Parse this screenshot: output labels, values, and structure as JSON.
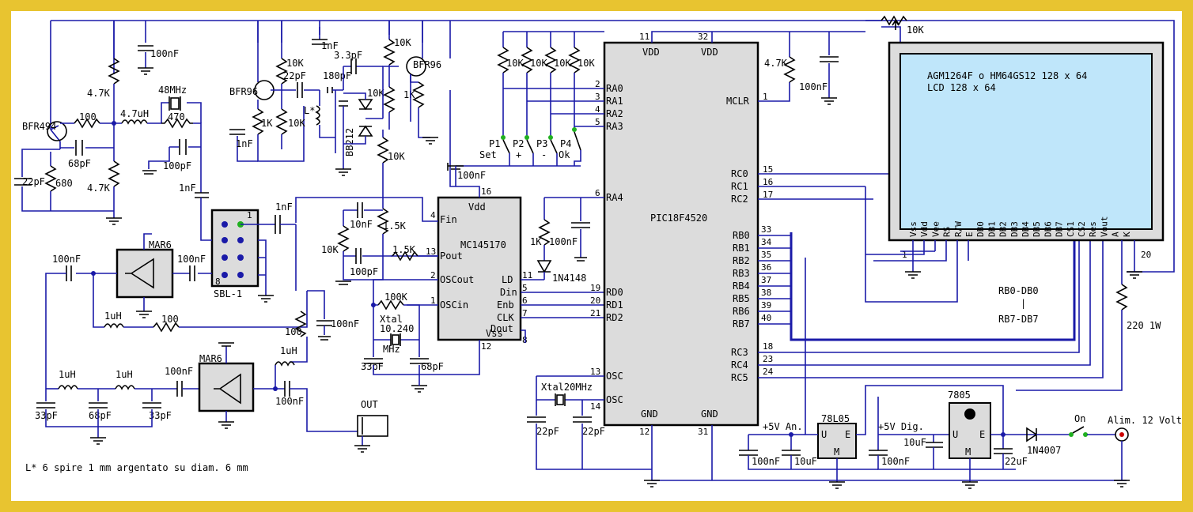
{
  "ic": {
    "pic": {
      "name": "PIC18F4520",
      "vdd": "VDD",
      "gnd": "GND",
      "pins_left": [
        {
          "n": "2",
          "l": "RA0"
        },
        {
          "n": "3",
          "l": "RA1"
        },
        {
          "n": "4",
          "l": "RA2"
        },
        {
          "n": "5",
          "l": "RA3"
        },
        {
          "n": "6",
          "l": "RA4"
        },
        {
          "n": "19",
          "l": "RD0"
        },
        {
          "n": "20",
          "l": "RD1"
        },
        {
          "n": "21",
          "l": "RD2"
        },
        {
          "n": "13",
          "l": "OSC"
        },
        {
          "n": "14",
          "l": "OSC"
        }
      ],
      "pins_right": [
        {
          "n": "1",
          "l": "MCLR"
        },
        {
          "n": "15",
          "l": "RC0"
        },
        {
          "n": "16",
          "l": "RC1"
        },
        {
          "n": "17",
          "l": "RC2"
        },
        {
          "n": "33",
          "l": "RB0"
        },
        {
          "n": "34",
          "l": "RB1"
        },
        {
          "n": "35",
          "l": "RB2"
        },
        {
          "n": "36",
          "l": "RB3"
        },
        {
          "n": "37",
          "l": "RB4"
        },
        {
          "n": "38",
          "l": "RB5"
        },
        {
          "n": "39",
          "l": "RB6"
        },
        {
          "n": "40",
          "l": "RB7"
        },
        {
          "n": "18",
          "l": "RC3"
        },
        {
          "n": "23",
          "l": "RC4"
        },
        {
          "n": "24",
          "l": "RC5"
        }
      ],
      "pin_vdd1": "11",
      "pin_vdd2": "32",
      "pin_gnd1": "12",
      "pin_gnd2": "31"
    },
    "mc": {
      "name": "MC145170",
      "vdd": "Vdd",
      "vss": "Vss",
      "pins_left": [
        {
          "n": "4",
          "l": "Fin"
        },
        {
          "n": "13",
          "l": "Pout"
        },
        {
          "n": "2",
          "l": "OSCout"
        },
        {
          "n": "1",
          "l": "OSCin"
        }
      ],
      "pins_right": [
        {
          "n": "11",
          "l": "LD"
        },
        {
          "n": "5",
          "l": "Din"
        },
        {
          "n": "6",
          "l": "Enb"
        },
        {
          "n": "7",
          "l": "CLK"
        },
        {
          "n": "8",
          "l": "Dout"
        }
      ],
      "pin_vdd": "16",
      "pin_vss": "12"
    }
  },
  "lcd": {
    "line1": "AGM1264F o HM64GS12 128 x 64",
    "line2": "LCD 128 x 64",
    "pins": [
      "Vss",
      "Vdd",
      "Vee",
      "RS",
      "R/W",
      "E",
      "DB0",
      "DB1",
      "DB2",
      "DB3",
      "DB4",
      "DB5",
      "DB6",
      "DB7",
      "CS1",
      "CS2",
      "Res",
      "Vout",
      "A",
      "K"
    ],
    "pin_first": "1",
    "pin_last": "20",
    "bus_label_top": "RB0-DB0",
    "bus_label_mid": "|",
    "bus_label_bottom": "RB7-DB7"
  },
  "labels": {
    "bfr494": "BFR494",
    "bfr96a": "BFR96",
    "bfr96b": "BFR96",
    "r100a": "100",
    "l47uh": "4.7uH",
    "xtal48": "48MHz",
    "r470": "470",
    "c68pf": "68pF",
    "c22pf_a": "22pF",
    "r680": "680",
    "r47k_a": "4.7K",
    "r47k_b": "4.7K",
    "c100nf_top": "100nF",
    "c100pf_a": "100pF",
    "c1nf_a": "1nF",
    "c1nf_b": "1nF",
    "r10k_a": "10K",
    "r1k_a": "1K",
    "c22pf_b": "22pF",
    "r10k_b": "10K",
    "c1nf_c": "1nF",
    "c1nf_top": "1nF",
    "c33pf_top": "3.3pF",
    "c180pf": "180pF",
    "lstar": "L*",
    "bb212": "BB212",
    "r10k_c": "10K",
    "r10k_d": "10K",
    "r1k_b": "1K",
    "r10k_e": "10K",
    "c1nf_d": "1nF",
    "c10nf": "10nF",
    "r15k_a": "1.5K",
    "r15k_b": "1.5K",
    "r10k_f": "10K",
    "c100pf_b": "100pF",
    "c100nf_mc": "100nF",
    "mar6a": "MAR6",
    "mar6b": "MAR6",
    "sbl1": "SBL-1",
    "sbl_pin1": "1",
    "sbl_pin8": "8",
    "c100nf_a": "100nF",
    "c100nf_b": "100nF",
    "l1uh_a": "1uH",
    "r100b": "100",
    "r100c": "100",
    "l1uh_b": "1uH",
    "c100nf_c": "100nF",
    "l1uh_c": "1uH",
    "l1uh_d": "1uH",
    "c100nf_d": "100nF",
    "c100nf_e": "100nF",
    "c33pf_a": "33pF",
    "c68pf_b": "68pF",
    "c33pf_b": "33pF",
    "out": "OUT",
    "r100k": "100K",
    "xtal10_a": "Xtal",
    "xtal10_b": "10.240",
    "xtal10_c": "MHz",
    "c33pf_c": "33pF",
    "c68pf_c": "68pF",
    "p1": "P1",
    "p2": "P2",
    "p3": "P3",
    "p4": "P4",
    "set": "Set",
    "plus": "+",
    "minus": "-",
    "ok": "Ok",
    "r10k_p1": "10K",
    "r10k_p2": "10K",
    "r10k_p3": "10K",
    "r10k_p4": "10K",
    "r1k_ra4": "1K",
    "c100nf_ra4": "100nF",
    "d1n4148": "1N4148",
    "xtal20": "Xtal20MHz",
    "c22pf_x1": "22pF",
    "c22pf_x2": "22pF",
    "r47k_mclr": "4.7K",
    "c100nf_mclr": "100nF",
    "r10k_trim": "10K",
    "r220": "220 1W",
    "plus5an": "+5V An.",
    "l78": "78L05",
    "plus5dig": "+5V Dig.",
    "reg7805": "7805",
    "u": "U",
    "e": "E",
    "m": "M",
    "u2": "U",
    "e2": "E",
    "m2": "M",
    "c100nf_p1": "100nF",
    "c10uf_p1": "10uF",
    "c100nf_p2": "100nF",
    "c10uf_p2": "10uF",
    "c22uf": "22uF",
    "d4007": "1N4007",
    "on": "On",
    "alim": "Alim. 12 Volt",
    "note": "L* 6 spire 1 mm argentato su diam. 6 mm"
  },
  "colors": {
    "frame": "#e8c430",
    "wire": "#1a1aa8",
    "chip": "#dcdcdc",
    "lcd_screen": "#bfe6fa",
    "led": "#20b020"
  }
}
